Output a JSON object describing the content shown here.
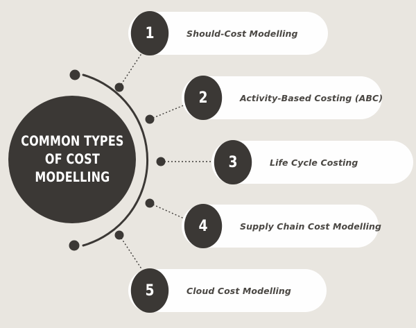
{
  "graphic": {
    "title_lines": "COMMON TYPES\nOF COST\nMODELLING",
    "colors": {
      "background": "#e9e6e0",
      "dark": "#3b3835",
      "card": "#fefefe",
      "label_text": "#4a4743",
      "badge_text": "#ffffff"
    }
  },
  "items": [
    {
      "number": "1",
      "label": "Should-Cost Modelling"
    },
    {
      "number": "2",
      "label": "Activity-Based Costing (ABC)"
    },
    {
      "number": "3",
      "label": "Life Cycle Costing"
    },
    {
      "number": "4",
      "label": "Supply Chain Cost Modelling"
    },
    {
      "number": "5",
      "label": "Cloud Cost Modelling"
    }
  ],
  "chart_data": {
    "type": "diagram",
    "title": "COMMON TYPES OF COST MODELLING",
    "categories": [
      "Should-Cost Modelling",
      "Activity-Based Costing (ABC)",
      "Life Cycle Costing",
      "Supply Chain Cost Modelling",
      "Cloud Cost Modelling"
    ],
    "values": [
      1,
      2,
      3,
      4,
      5
    ],
    "legend": []
  }
}
